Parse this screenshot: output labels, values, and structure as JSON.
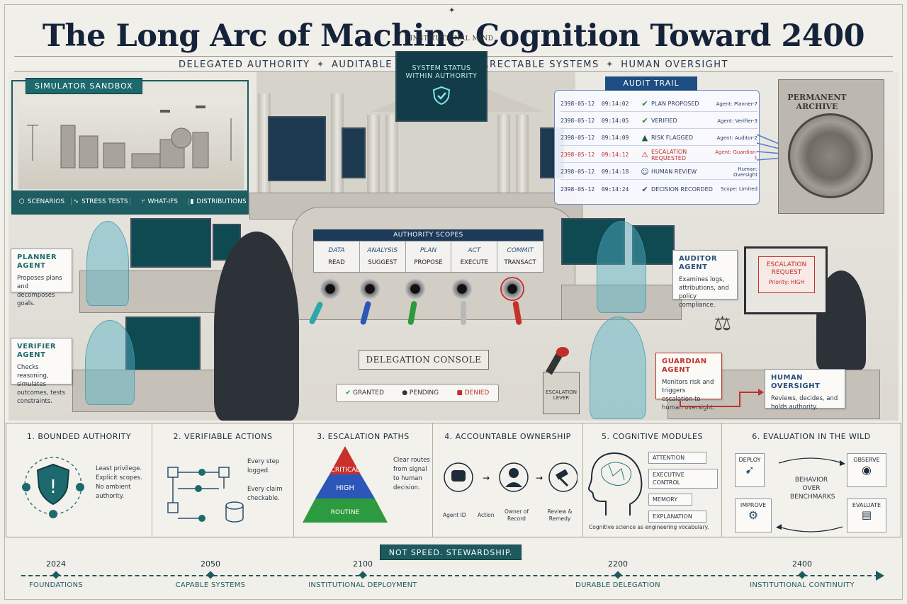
{
  "title": "The Long Arc of Machine Cognition Toward 2400",
  "subtitle": [
    "DELEGATED AUTHORITY",
    "AUDITABLE ACTIONS",
    "CORRECTABLE SYSTEMS",
    "HUMAN OVERSIGHT"
  ],
  "subtitle_separator": "✦",
  "sandbox": {
    "title": "SIMULATOR SANDBOX",
    "items": [
      {
        "icon": "cube-icon",
        "label": "SCENARIOS"
      },
      {
        "icon": "pulse-icon",
        "label": "STRESS TESTS"
      },
      {
        "icon": "branch-icon",
        "label": "WHAT-IFS"
      },
      {
        "icon": "bar-chart-icon",
        "label": "DISTRIBUTIONS"
      }
    ]
  },
  "hall": {
    "sign": "INSTITUTIONAL MIND",
    "status_line1": "SYSTEM STATUS",
    "status_line2": "WITHIN AUTHORITY"
  },
  "audit": {
    "title": "AUDIT TRAIL",
    "rows": [
      {
        "date": "2398-05-12",
        "time": "09:14:02",
        "icon": "✔",
        "event": "PLAN PROPOSED",
        "agent": "Agent: Planner-7",
        "flag": false
      },
      {
        "date": "2398-05-12",
        "time": "09:14:05",
        "icon": "✔",
        "event": "VERIFIED",
        "agent": "Agent: Verifier-3",
        "flag": false
      },
      {
        "date": "2398-05-12",
        "time": "09:14:09",
        "icon": "▲",
        "event": "RISK FLAGGED",
        "agent": "Agent: Auditor-2",
        "flag": false
      },
      {
        "date": "2398-05-12",
        "time": "09:14:12",
        "icon": "⚠",
        "event": "ESCALATION REQUESTED",
        "agent": "Agent: Guardian-1",
        "flag": true
      },
      {
        "date": "2398-05-12",
        "time": "09:14:18",
        "icon": "☺",
        "event": "HUMAN REVIEW",
        "agent": "Human: Oversight",
        "flag": false
      },
      {
        "date": "2398-05-12",
        "time": "09:14:24",
        "icon": "✔",
        "event": "DECISION RECORDED",
        "agent": "Scope: Limited",
        "flag": false
      }
    ]
  },
  "archive": {
    "label": "PERMANENT ARCHIVE"
  },
  "agents": {
    "planner": {
      "title": "PLANNER AGENT",
      "text": "Proposes plans and decomposes goals."
    },
    "verifier": {
      "title": "VERIFIER AGENT",
      "text": "Checks reasoning, simulates outcomes, tests constraints."
    },
    "auditor": {
      "title": "AUDITOR AGENT",
      "text": "Examines logs, attributions, and policy compliance."
    },
    "guardian": {
      "title": "GUARDIAN AGENT",
      "text": "Monitors risk and triggers escalation to human oversight."
    },
    "human": {
      "title": "HUMAN OVERSIGHT",
      "text": "Reviews, decides, and holds authority."
    }
  },
  "console": {
    "title": "AUTHORITY SCOPES",
    "scopes": [
      {
        "top": "DATA",
        "bottom": "READ",
        "key_color": "#2aa7a8"
      },
      {
        "top": "ANALYSIS",
        "bottom": "SUGGEST",
        "key_color": "#2c57b8"
      },
      {
        "top": "PLAN",
        "bottom": "PROPOSE",
        "key_color": "#2c9a3e"
      },
      {
        "top": "ACT",
        "bottom": "EXECUTE",
        "key_color": "#b9b9b9"
      },
      {
        "top": "COMMIT",
        "bottom": "TRANSACT",
        "key_color": "#c8312b"
      }
    ],
    "plaque": "DELEGATION CONSOLE",
    "legend": {
      "granted": "GRANTED",
      "pending": "PENDING",
      "denied": "DENIED"
    },
    "lever": "ESCALATION LEVER"
  },
  "escalation_request": {
    "title": "ESCALATION REQUEST",
    "priority": "Priority: HIGH"
  },
  "panels": {
    "p1": {
      "title": "1. BOUNDED AUTHORITY",
      "lines": [
        "Least privilege.",
        "Explicit scopes.",
        "No ambient authority."
      ]
    },
    "p2": {
      "title": "2. VERIFIABLE ACTIONS",
      "lines": [
        "Every step logged.",
        "Every claim checkable."
      ]
    },
    "p3": {
      "title": "3. ESCALATION PATHS",
      "levels": [
        "CRITICAL",
        "HIGH",
        "ROUTINE"
      ],
      "text": "Clear routes from signal to human decision."
    },
    "p4": {
      "title": "4. ACCOUNTABLE OWNERSHIP",
      "labels": [
        "Agent ID",
        "Action",
        "Owner of Record",
        "Review & Remedy"
      ]
    },
    "p5": {
      "title": "5. COGNITIVE MODULES",
      "modules": [
        "ATTENTION",
        "EXECUTIVE CONTROL",
        "MEMORY",
        "EXPLANATION"
      ],
      "caption": "Cognitive science as engineering vocabulary."
    },
    "p6": {
      "title": "6. EVALUATION IN THE WILD",
      "steps": [
        "DEPLOY",
        "OBSERVE",
        "IMPROVE",
        "EVALUATE"
      ],
      "center": "BEHAVIOR OVER BENCHMARKS"
    }
  },
  "motto": "NOT SPEED. STEWARDSHIP.",
  "timeline": [
    {
      "year": "2024",
      "label": "FOUNDATIONS"
    },
    {
      "year": "2050",
      "label": "CAPABLE SYSTEMS"
    },
    {
      "year": "2100",
      "label": "INSTITUTIONAL DEPLOYMENT"
    },
    {
      "year": "2200",
      "label": "DURABLE DELEGATION"
    },
    {
      "year": "2400",
      "label": "INSTITUTIONAL CONTINUITY"
    }
  ],
  "colors": {
    "teal": "#1d6a6e",
    "navy": "#1d3a58",
    "red": "#c0302a",
    "green": "#1a8a3a",
    "blue": "#1e4d82"
  }
}
